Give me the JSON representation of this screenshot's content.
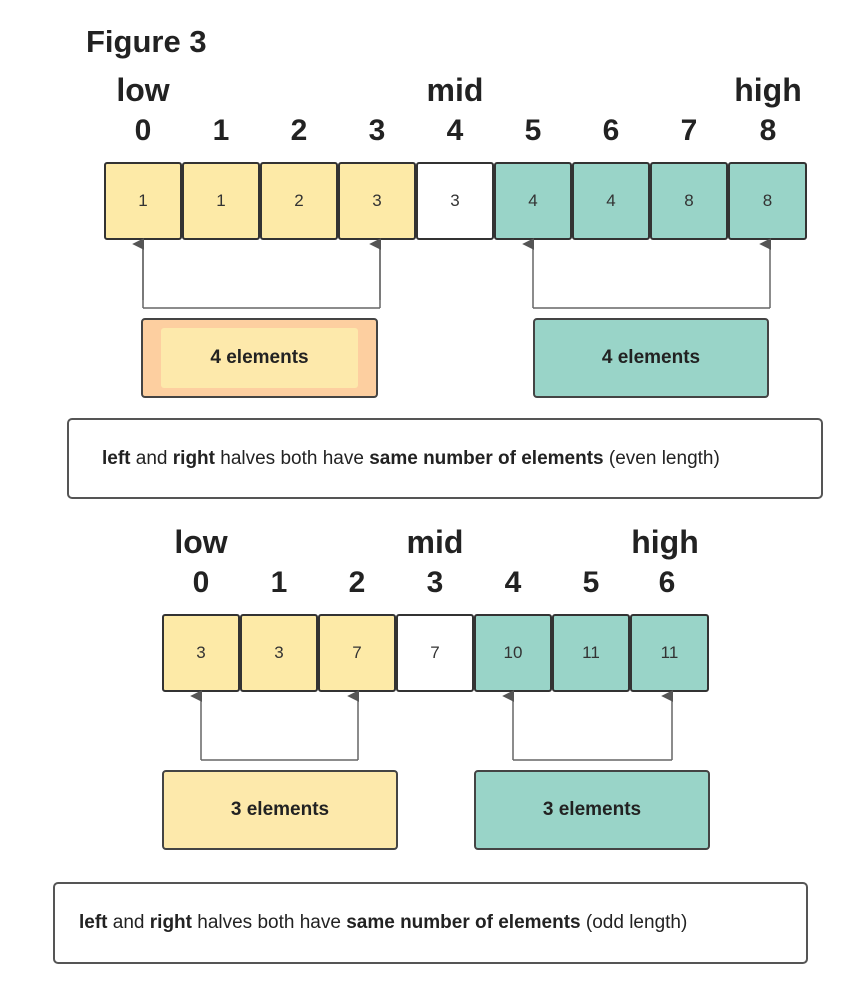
{
  "title": "Figure 3",
  "colors": {
    "left": "#fdeaa7",
    "mid": "#ffffff",
    "right": "#99d4c8",
    "left_count_border_fill": "#fdcfa0"
  },
  "even": {
    "pointers": {
      "low": "low",
      "mid": "mid",
      "high": "high"
    },
    "indices": [
      "0",
      "1",
      "2",
      "3",
      "4",
      "5",
      "6",
      "7",
      "8"
    ],
    "values": [
      "1",
      "1",
      "2",
      "3",
      "3",
      "4",
      "4",
      "8",
      "8"
    ],
    "left_count": "4 elements",
    "right_count": "4 elements",
    "caption": {
      "w1": "left",
      "t1": " and ",
      "w2": "right",
      "t2": " halves both have ",
      "w3": "same number of elements",
      "t3": " (even length)"
    }
  },
  "odd": {
    "pointers": {
      "low": "low",
      "mid": "mid",
      "high": "high"
    },
    "indices": [
      "0",
      "1",
      "2",
      "3",
      "4",
      "5",
      "6"
    ],
    "values": [
      "3",
      "3",
      "7",
      "7",
      "10",
      "11",
      "11"
    ],
    "left_count": "3 elements",
    "right_count": "3 elements",
    "caption": {
      "w1": "left",
      "t1": " and ",
      "w2": "right",
      "t2": " halves both have ",
      "w3": "same number of elements",
      "t3": " (odd length)"
    }
  }
}
